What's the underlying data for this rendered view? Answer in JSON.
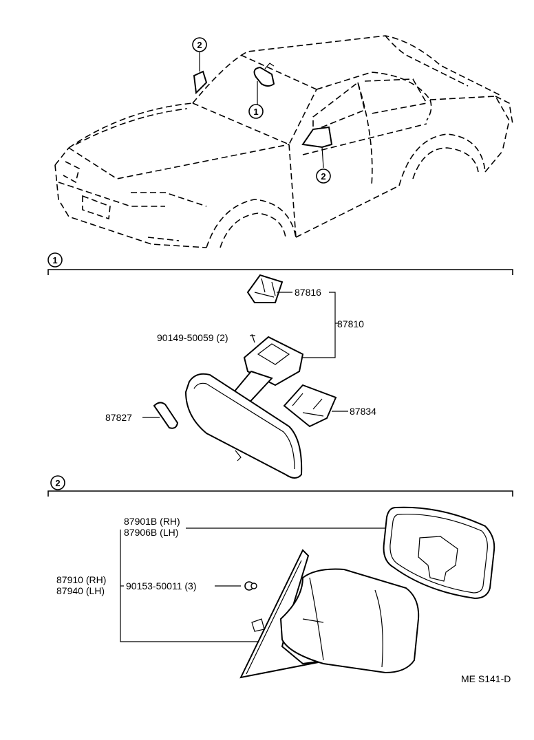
{
  "callouts": {
    "one": "1",
    "two": "2"
  },
  "section1": {
    "marker": "1",
    "parts": {
      "p87816": "87816",
      "p87810": "87810",
      "p90149": "90149-50059 (2)",
      "p87827": "87827",
      "p87834": "87834"
    }
  },
  "section2": {
    "marker": "2",
    "parts": {
      "p87901b": "87901B (RH)",
      "p87906b": "87906B (LH)",
      "p87910": "87910 (RH)",
      "p87940": "87940 (LH)",
      "p90153": "90153-50011 (3)"
    }
  },
  "footer_code": "ME  S141-D"
}
